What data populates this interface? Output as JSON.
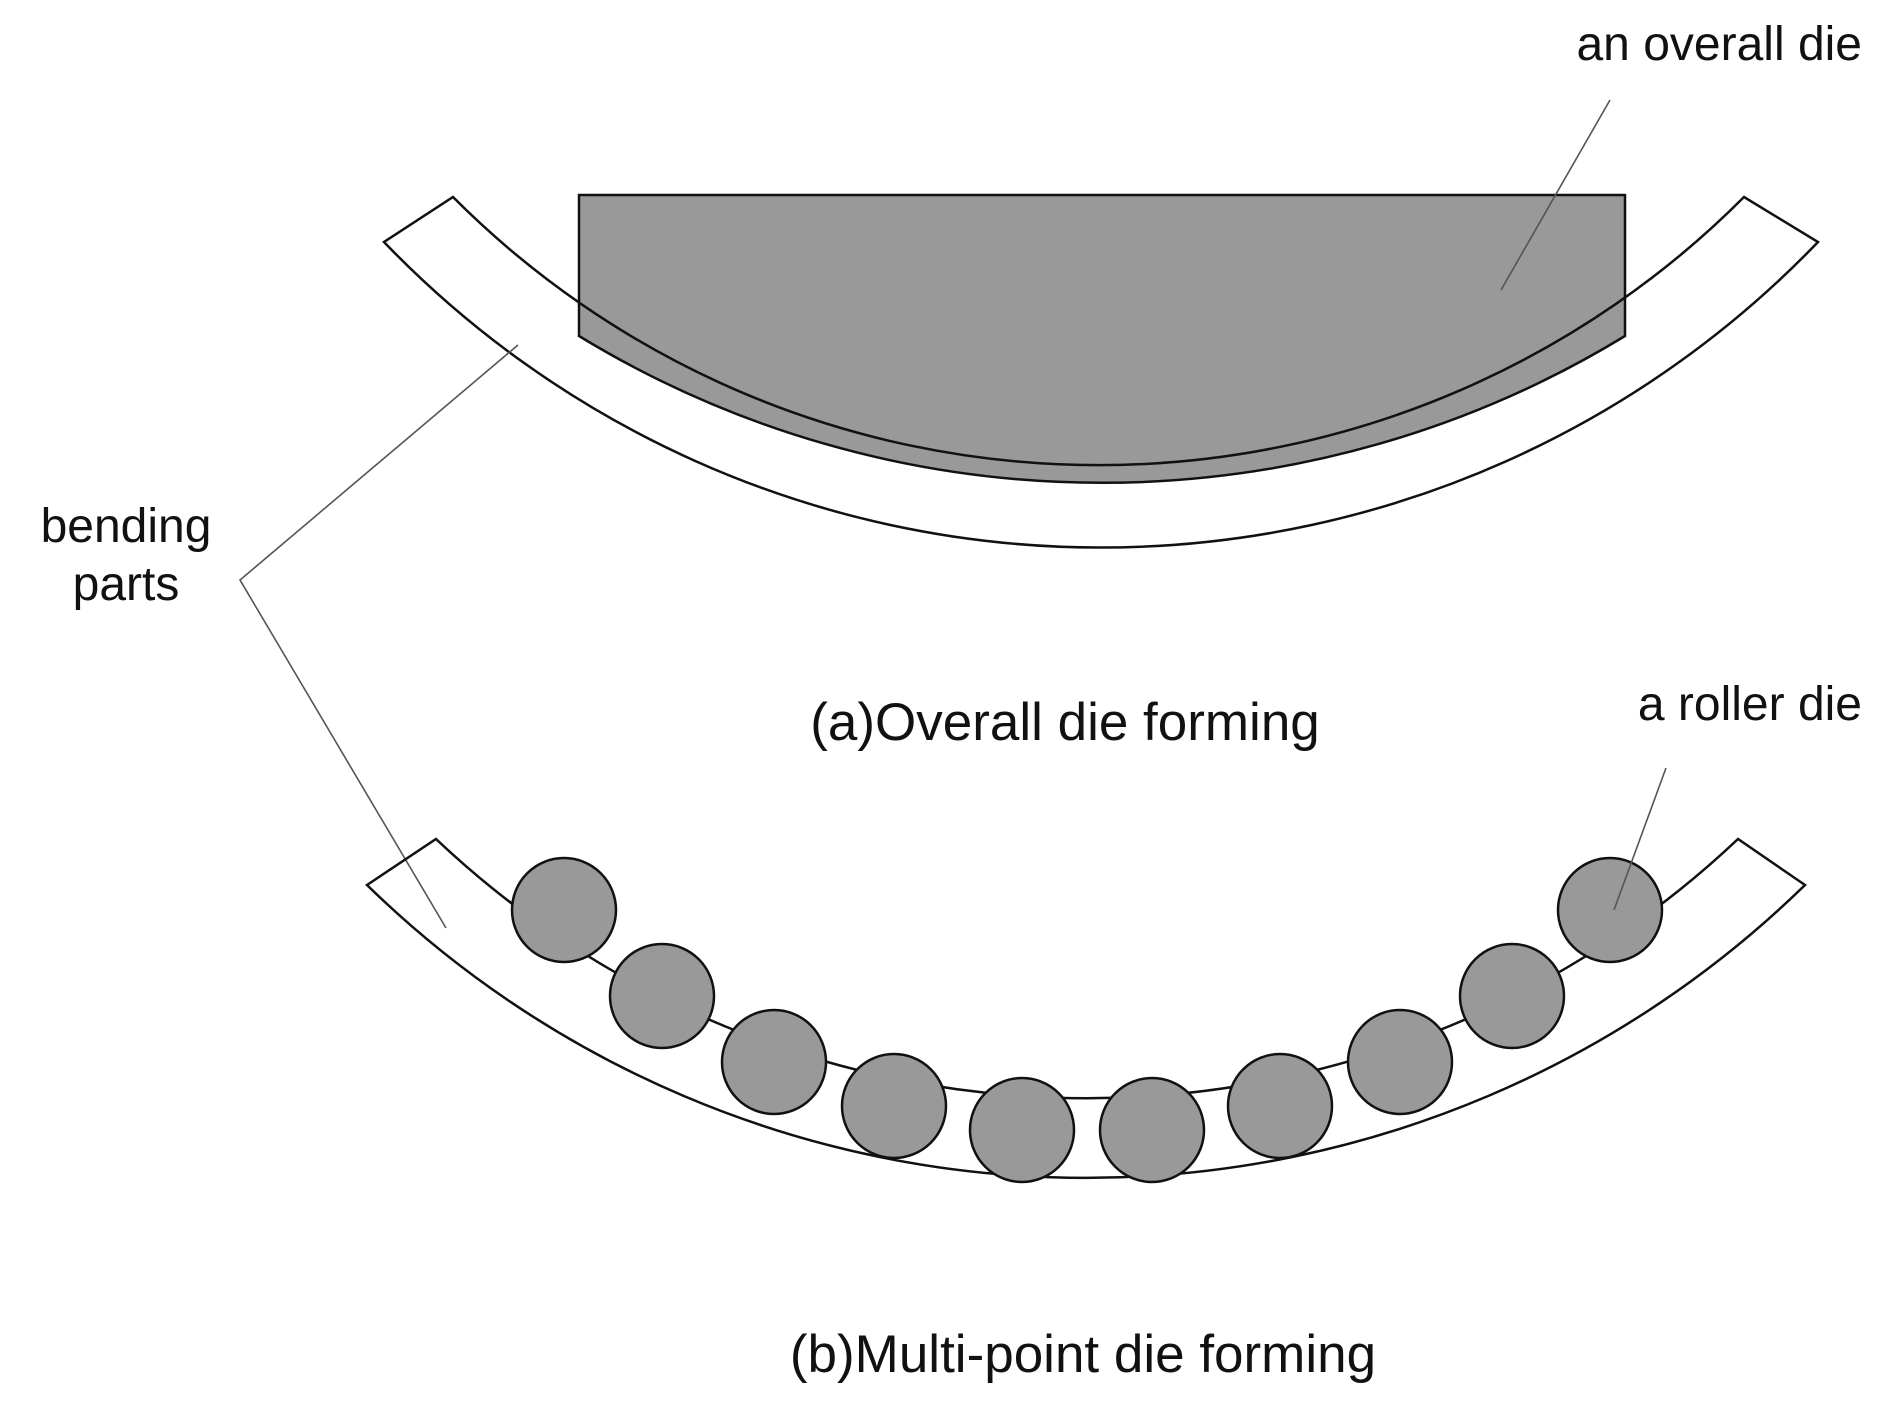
{
  "labels": {
    "overall_die": "an overall die",
    "roller_die": "a roller die",
    "bending_parts_line1": "bending",
    "bending_parts_line2": "parts"
  },
  "captions": {
    "a": "(a)Overall die forming",
    "b": "(b)Multi-point die forming"
  },
  "colors": {
    "die_fill": "#999999",
    "plate_fill": "#ffffff",
    "outline": "#111111",
    "leader": "#555555"
  },
  "roller_count": 10
}
